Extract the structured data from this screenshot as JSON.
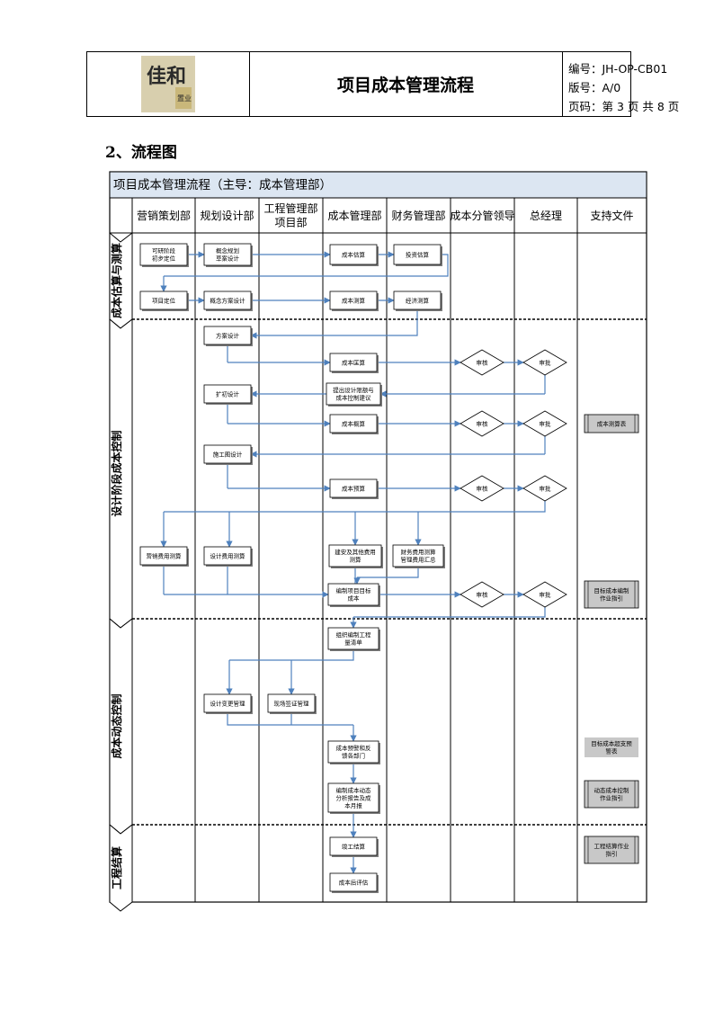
{
  "header": {
    "title": "项目成本管理流程",
    "doc_no": "编号：JH-OP-CB01",
    "version": "版号：A/0",
    "page": "页码：第 3 页 共 8 页",
    "logo_text": "佳和",
    "logo_sub": "置业"
  },
  "section_title": "2、流程图",
  "flow": {
    "title": "项目成本管理流程（主导：成本管理部）",
    "columns": [
      "营销策划部",
      "规划设计部",
      "工程管理部\n项目部",
      "成本管理部",
      "财务管理部",
      "成本分管领导",
      "总经理",
      "支持文件"
    ],
    "phases": [
      "成本估算与测算",
      "设计阶段成本控制",
      "成本动态控制",
      "工程结算"
    ],
    "boxes": {
      "b1": "可研阶段\n初步定位",
      "b2": "概念规划\n草案设计",
      "b3": "成本估算",
      "b4": "投资估算",
      "b5": "项目定位",
      "b6": "概念方案设计",
      "b7": "成本测算",
      "b8": "经济测算",
      "b9": "方案设计",
      "b10": "成本匡算",
      "b11": "提出设计限额与\n成本控制建议",
      "b12": "扩初设计",
      "b13": "成本概算",
      "b14": "施工图设计",
      "b15": "成本预算",
      "b16": "营销费用测算",
      "b17": "设计费用测算",
      "b18": "建安及其他费用\n测算",
      "b19": "财务费用测算\n管理费用汇总",
      "b20": "编制项目目标\n成本",
      "b21": "组织编制工程\n量清单",
      "b22": "设计变更管理",
      "b23": "现场签证管理",
      "b24": "成本预警和反\n馈各部门",
      "b25": "编制成本动态\n分析报告及成\n本月报",
      "b26": "竣工结算",
      "b27": "成本后评估"
    },
    "decisions": {
      "d1": "审核",
      "d2": "审批",
      "d3": "审核",
      "d4": "审批",
      "d5": "审核",
      "d6": "审批",
      "d7": "审核",
      "d8": "审批"
    },
    "support_docs": {
      "s1": "成本测算表",
      "s2": "目标成本编制\n作业指引",
      "s3": "目标成本超支预\n警表",
      "s4": "动态成本控制\n作业指引",
      "s5": "工程结算作业\n指引"
    }
  }
}
